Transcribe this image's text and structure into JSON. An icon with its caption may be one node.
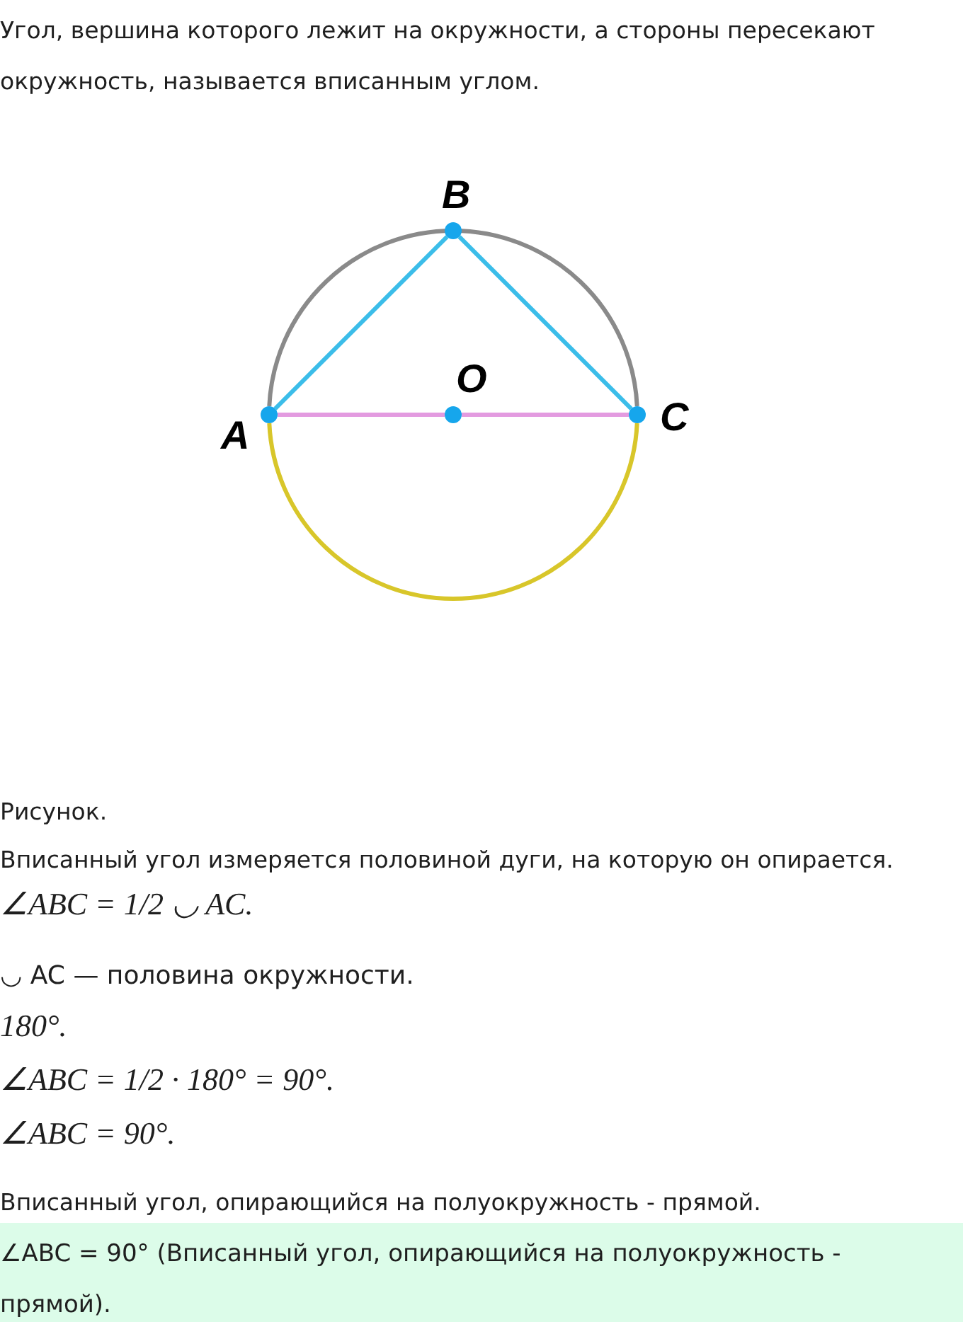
{
  "diagram": {
    "nodes": [
      {
        "text": [],
        "shape": "circle",
        "beside": [
          "B"
        ]
      },
      {
        "text": [],
        "shape": "circle",
        "beside": [
          "O"
        ]
      },
      {
        "text": [],
        "shape": "circle",
        "beside": [
          "A"
        ]
      },
      {
        "text": [],
        "shape": "circle",
        "beside": [
          "C"
        ]
      }
    ],
    "edges": [
      {
        "from": 2,
        "to": 0,
        "arrow": "none",
        "color": "#3bbde9"
      },
      {
        "from": 0,
        "to": 3,
        "arrow": "none",
        "color": "#3bbde9"
      },
      {
        "from": 2,
        "to": 1,
        "arrow": "none",
        "color": "#e39be0"
      },
      {
        "from": 1,
        "to": 3,
        "arrow": "none",
        "color": "#e39be0"
      },
      {
        "from": 2,
        "to": 3,
        "arrow": "none",
        "color": "#8a8a8a"
      },
      {
        "from": 2,
        "to": 3,
        "arrow": "none",
        "color": "#d8c62a"
      }
    ],
    "labels": [
      "Угол, вершина которого лежит на окружности, а стороны пересекают окружность, называется вписанным углом.",
      "Рисунок.",
      "Вписанный угол измеряется половиной дуги, на которую он опирается.",
      "∠ABC = 1/2 ◡ AC.",
      "◡ AC — половина окружности.",
      "180°.",
      "∠ABC = 1/2 · 180° = 90°.",
      "∠ABC = 90°.",
      "Вписанный угол, опирающийся на полуокружность - прямой.",
      "∠ABC = 90° (Вписанный угол, опирающийся на полуокружность - прямой)."
    ]
  }
}
